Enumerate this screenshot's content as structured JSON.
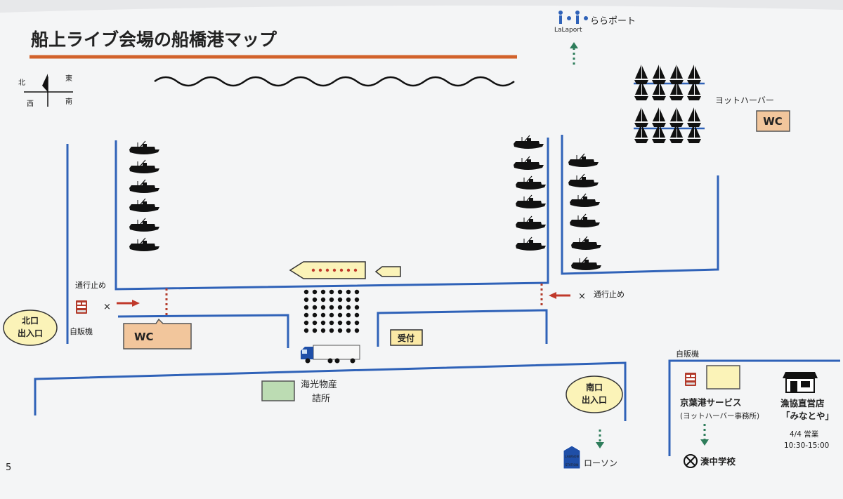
{
  "title": "船上ライブ会場の船橋港マップ",
  "page_number": "5",
  "compass": {
    "north": "北",
    "east": "東",
    "west": "西",
    "south": "南"
  },
  "lalaport": {
    "logo": "LaLaport",
    "label": "ららポート"
  },
  "yacht_harbor": {
    "label": "ヨットハーバー"
  },
  "labels": {
    "wc": "WC",
    "road_closed": "通行止め",
    "vending": "自販機",
    "reception": "受付",
    "kaiko_line1": "海光物産",
    "kaiko_line2": "詰所",
    "lawson": "ローソン",
    "lawson_logo_line1": "LAWSON",
    "lawson_logo_line2": "STATION",
    "cross": "×"
  },
  "entrances": {
    "north": {
      "line1": "北口",
      "line2": "出入口"
    },
    "south": {
      "line1": "南口",
      "line2": "出入口"
    }
  },
  "legend": {
    "vending": "自販機",
    "keiyo_line1": "京葉港サービス",
    "keiyo_line2": "(ヨットハーバー事務所)",
    "shop_line1": "漁協直営店",
    "shop_line2": "「みなとや」",
    "hours_line1": "4/4 営業",
    "hours_line2": "10:30-15:00",
    "school": "湊中学校"
  },
  "colors": {
    "road": "#2f62b8",
    "accent_orange": "#d2622b",
    "wc_fill": "#f2c69c",
    "reception_fill": "#fbe9a6",
    "kaiko_fill": "#bcdcb3",
    "keiyo_fill": "#fbf3b8",
    "entrance_fill": "#fbf3b8",
    "arrow_red": "#c0392b",
    "arrow_green": "#2e7d5b"
  }
}
